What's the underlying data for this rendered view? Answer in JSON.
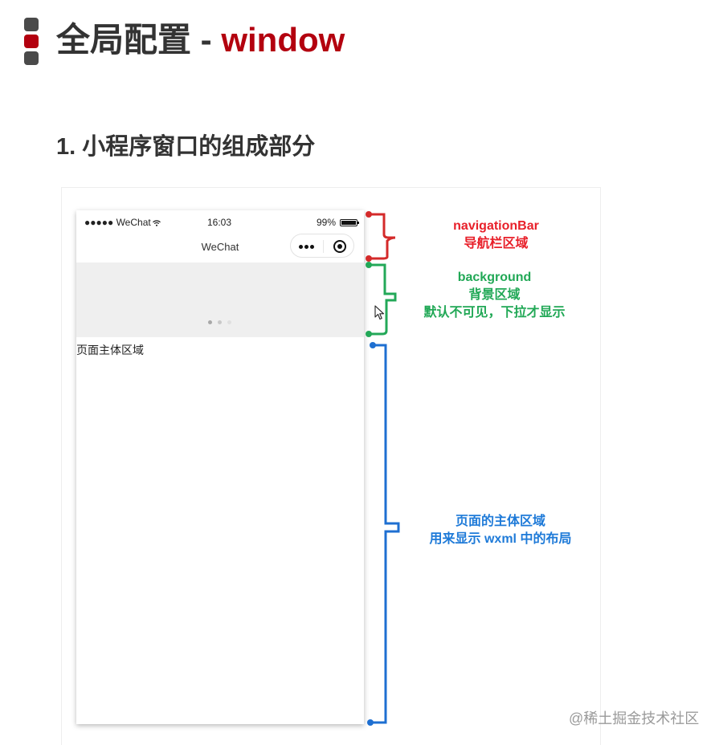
{
  "page": {
    "title_main": "全局配置 - ",
    "title_accent": "window",
    "section_heading": "1. 小程序窗口的组成部分"
  },
  "phone": {
    "status_bar": {
      "carrier": "●●●●● WeChat",
      "time": "16:03",
      "battery": "99%"
    },
    "nav_title": "WeChat",
    "body_text": "页面主体区域"
  },
  "annotations": {
    "navigation_bar": {
      "line1": "navigationBar",
      "line2": "导航栏区域",
      "color": "#e8202a"
    },
    "background": {
      "line1": "background",
      "line2": "背景区域",
      "line3": "默认不可见，下拉才显示",
      "color": "#21a856"
    },
    "main_body": {
      "line1": "页面的主体区域",
      "line2": "用来显示 wxml 中的布局",
      "color": "#1e7ad8"
    }
  },
  "watermark": "@稀土掘金技术社区",
  "colors": {
    "accent": "#b3000f",
    "heading": "#333333"
  }
}
